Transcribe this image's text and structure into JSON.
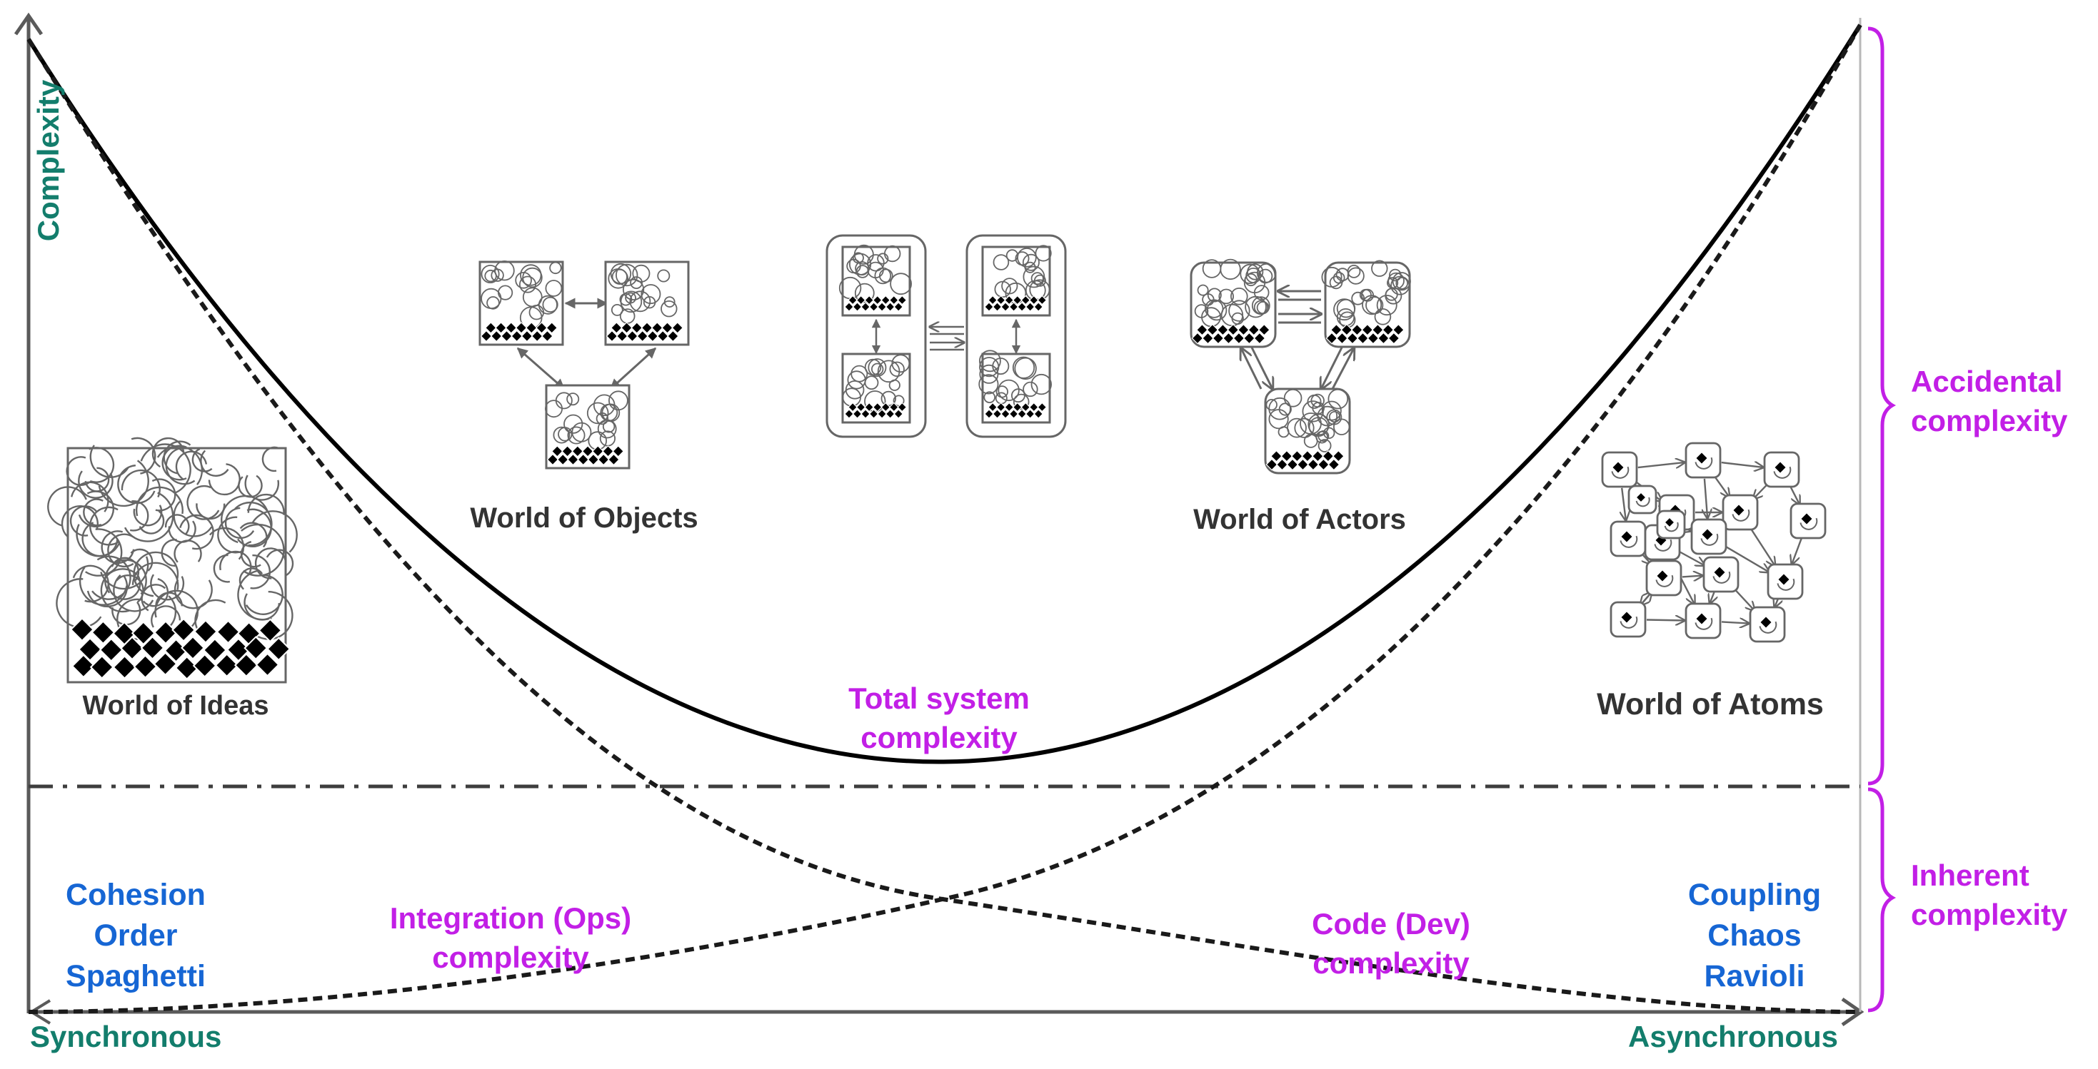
{
  "colors": {
    "axis": "#5a5a5a",
    "curve": "#000000",
    "label_green": "#137d6c",
    "label_purple": "#c21fe6",
    "label_blue": "#1666d4",
    "icon_stroke": "#666666",
    "icon_fill": "#000000"
  },
  "axes": {
    "y_label": "Complexity",
    "x_left_label": "Synchronous",
    "x_right_label": "Asynchronous"
  },
  "curves": {
    "total": "Total system complexity",
    "total_lines": [
      "Total system",
      "complexity"
    ],
    "integration_lines": [
      "Integration (Ops)",
      "complexity"
    ],
    "code_lines": [
      "Code (Dev)",
      "complexity"
    ]
  },
  "brackets": {
    "accidental_lines": [
      "Accidental",
      "complexity"
    ],
    "inherent_lines": [
      "Inherent",
      "complexity"
    ]
  },
  "left_traits": [
    "Cohesion",
    "Order",
    "Spaghetti"
  ],
  "right_traits": [
    "Coupling",
    "Chaos",
    "Ravioli"
  ],
  "worlds": {
    "ideas": "World of Ideas",
    "objects": "World of Objects",
    "actors": "World of Actors",
    "atoms": "World of Atoms"
  },
  "icons": [
    "tangle-icon",
    "objects-icon",
    "services-icon",
    "actors-icon",
    "atoms-icon"
  ]
}
